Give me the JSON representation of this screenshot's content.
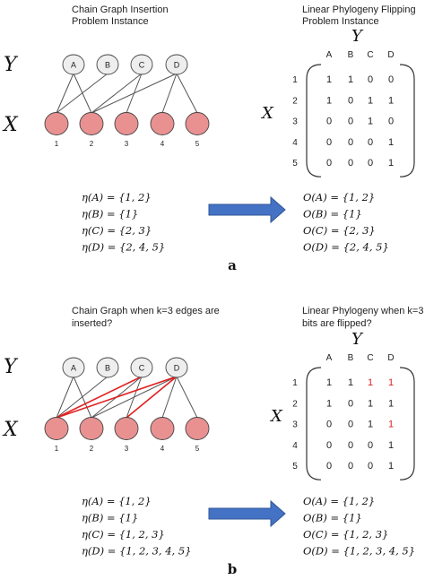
{
  "panel_a": {
    "left_title_1": "Chain Graph Insertion",
    "left_title_2": "Problem Instance",
    "right_title_1": "Linear Phylogeny Flipping",
    "right_title_2": "Problem Instance",
    "top_nodes": [
      "A",
      "B",
      "C",
      "D"
    ],
    "bottom_nodes": [
      "1",
      "2",
      "3",
      "4",
      "5"
    ],
    "matrix_rows": [
      [
        1,
        1,
        0,
        0
      ],
      [
        1,
        0,
        1,
        1
      ],
      [
        0,
        0,
        1,
        0
      ],
      [
        0,
        0,
        0,
        1
      ],
      [
        0,
        0,
        0,
        1
      ]
    ],
    "eta_lines": [
      "η(A) = {1, 2}",
      "η(B) = {1}",
      "η(C) = {2, 3}",
      "η(D) = {2, 4, 5}"
    ],
    "o_lines": [
      "O(A) = {1, 2}",
      "O(B) = {1}",
      "O(C) = {2, 3}",
      "O(D) = {2, 4, 5}"
    ],
    "caption": "a"
  },
  "panel_b": {
    "left_title_1": "Chain Graph when k=3 edges are",
    "left_title_2": "inserted?",
    "right_title_1": "Linear Phylogeny when k=3",
    "right_title_2": "bits are flipped?",
    "matrix_rows": [
      [
        1,
        1,
        1,
        1
      ],
      [
        1,
        0,
        1,
        1
      ],
      [
        0,
        0,
        1,
        1
      ],
      [
        0,
        0,
        0,
        1
      ],
      [
        0,
        0,
        0,
        1
      ]
    ],
    "flipped_cells": [
      [
        0,
        2
      ],
      [
        0,
        3
      ],
      [
        2,
        3
      ]
    ],
    "eta_lines": [
      "η(A) = {1, 2}",
      "η(B) = {1}",
      "η(C) = {1, 2, 3}",
      "η(D) = {1, 2, 3, 4, 5}"
    ],
    "o_lines": [
      "O(A) = {1, 2}",
      "O(B) = {1}",
      "O(C) = {1, 2, 3}",
      "O(D) = {1, 2, 3, 4, 5}"
    ],
    "caption": "b"
  },
  "labels": {
    "Y": "Y",
    "X": "X"
  },
  "matrix_cols": [
    "A",
    "B",
    "C",
    "D"
  ],
  "matrix_row_labels": [
    "1",
    "2",
    "3",
    "4",
    "5"
  ],
  "colors": {
    "top_node_fill": "#eeeeee",
    "bottom_node_fill": "#e99191",
    "edge": "#555555",
    "inserted_edge": "#e02020",
    "flipped_bit": "#e02020",
    "arrow": "#4472c4"
  },
  "graph_a_edges": [
    [
      "A",
      1
    ],
    [
      "A",
      2
    ],
    [
      "B",
      1
    ],
    [
      "C",
      2
    ],
    [
      "C",
      3
    ],
    [
      "D",
      2
    ],
    [
      "D",
      4
    ],
    [
      "D",
      5
    ]
  ],
  "graph_b_edges": [
    [
      "A",
      1
    ],
    [
      "A",
      2
    ],
    [
      "B",
      1
    ],
    [
      "C",
      2
    ],
    [
      "C",
      3
    ],
    [
      "D",
      2
    ],
    [
      "D",
      4
    ],
    [
      "D",
      5
    ]
  ],
  "graph_b_inserted_edges": [
    [
      "C",
      1
    ],
    [
      "D",
      1
    ],
    [
      "D",
      3
    ]
  ]
}
